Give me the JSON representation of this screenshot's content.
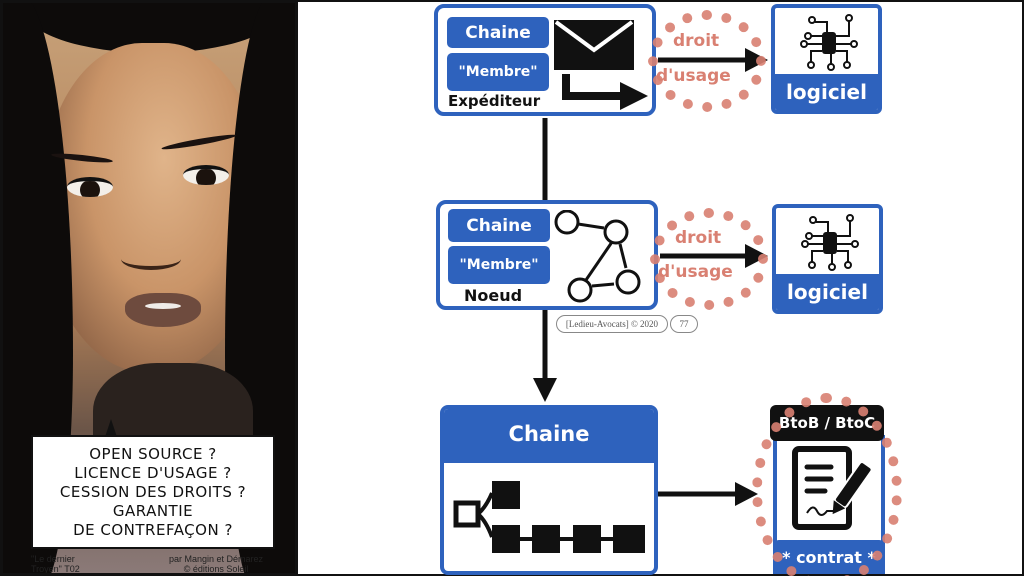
{
  "comic": {
    "bubble_lines": [
      "OPEN SOURCE ?",
      "LICENCE D'USAGE ?",
      "CESSION DES DROITS ?",
      "GARANTIE",
      "DE CONTREFAÇON ?"
    ],
    "credit_left": [
      "\"Le dernier",
      "Troyen\" T02"
    ],
    "credit_right": [
      "par Mangin et Démarez",
      "© éditions Soleil"
    ]
  },
  "diagram": {
    "sender_block": {
      "chain_label": "Chaine",
      "member_label": "\"Membre\"",
      "role_label": "Expéditeur",
      "icon": "envelope-send-icon"
    },
    "node_block": {
      "chain_label": "Chaine",
      "member_label": "\"Membre\"",
      "role_label": "Noeud",
      "icon": "network-nodes-icon"
    },
    "usage_right_label": [
      "droit",
      "d'usage"
    ],
    "software_label": "logiciel",
    "software_icon": "circuit-chip-icon",
    "chain_block": {
      "title": "Chaine",
      "icon": "blockchain-icon"
    },
    "contract_block": {
      "header": "BtoB / BtoC",
      "footer": "* contrat *",
      "icon": "contract-sign-icon"
    },
    "footer": {
      "copyright": "[Ledieu-Avocats] © 2020",
      "page_number": "77"
    },
    "colors": {
      "blue": "#2e62bd",
      "salmon": "#d98072",
      "black": "#111111"
    }
  }
}
